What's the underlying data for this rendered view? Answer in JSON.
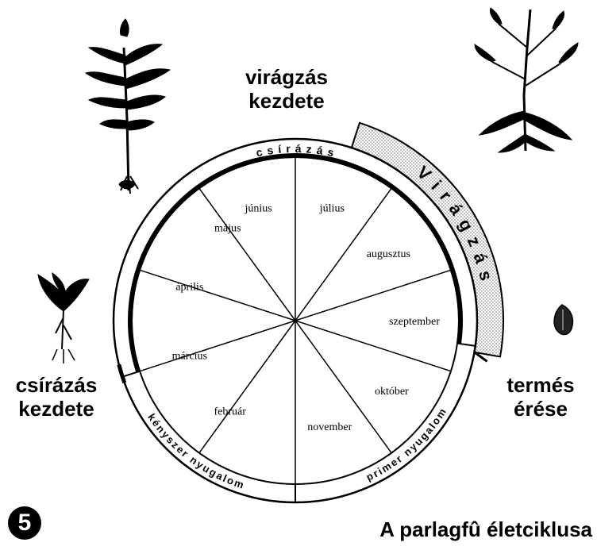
{
  "months": [
    "június",
    "július",
    "augusztus",
    "szeptember",
    "október",
    "november",
    "február",
    "március",
    "április",
    "május"
  ],
  "labels": {
    "flowering_start": [
      "virágzás",
      "kezdete"
    ],
    "germination_start": [
      "csírázás",
      "kezdete"
    ],
    "fruit_ripening": [
      "termés",
      "érése"
    ]
  },
  "ring": {
    "germination": "c s í r á z á s",
    "flowering": "V i r á g z á s",
    "secondary_dormancy": "kényszer nyugalom",
    "primary_dormancy": "primer nyugalom"
  },
  "figure_number": "5",
  "caption": "A parlagfû életciklusa"
}
